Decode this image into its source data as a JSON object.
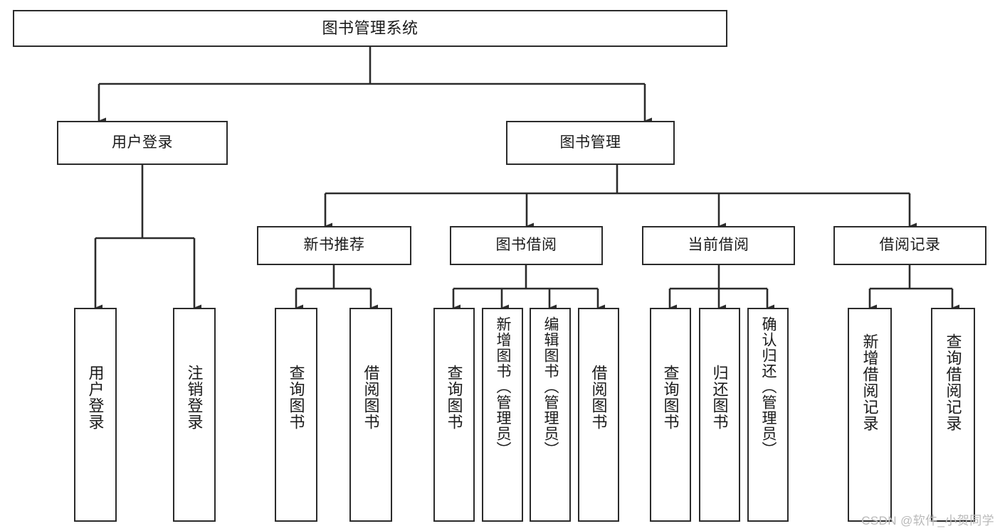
{
  "diagram": {
    "title": "图书管理系统",
    "type": "hierarchy-tree",
    "colors": {
      "background": "#ffffff",
      "stroke": "#2b2b2b",
      "text": "#1a1a1a",
      "watermark": "#b9b9b9"
    },
    "root": {
      "label": "图书管理系统",
      "orientation": "horizontal"
    },
    "level2": [
      {
        "label": "用户登录",
        "orientation": "horizontal"
      },
      {
        "label": "图书管理",
        "orientation": "horizontal"
      }
    ],
    "level3": [
      {
        "label": "新书推荐",
        "orientation": "horizontal"
      },
      {
        "label": "图书借阅",
        "orientation": "horizontal"
      },
      {
        "label": "当前借阅",
        "orientation": "horizontal"
      },
      {
        "label": "借阅记录",
        "orientation": "horizontal"
      }
    ],
    "leaves": [
      {
        "label": "用户登录",
        "orientation": "vertical",
        "parent": "用户登录"
      },
      {
        "label": "注销登录",
        "orientation": "vertical",
        "parent": "用户登录"
      },
      {
        "label": "查询图书",
        "orientation": "vertical",
        "parent": "新书推荐"
      },
      {
        "label": "借阅图书",
        "orientation": "vertical",
        "parent": "新书推荐"
      },
      {
        "label": "查询图书",
        "orientation": "vertical",
        "parent": "图书借阅"
      },
      {
        "label": "新增图书（管理员）",
        "orientation": "vertical",
        "parent": "图书借阅"
      },
      {
        "label": "编辑图书（管理员）",
        "orientation": "vertical",
        "parent": "图书借阅"
      },
      {
        "label": "借阅图书",
        "orientation": "vertical",
        "parent": "图书借阅"
      },
      {
        "label": "查询图书",
        "orientation": "vertical",
        "parent": "当前借阅"
      },
      {
        "label": "归还图书",
        "orientation": "vertical",
        "parent": "当前借阅"
      },
      {
        "label": "确认归还（管理员）",
        "orientation": "vertical",
        "parent": "当前借阅"
      },
      {
        "label": "新增借阅记录",
        "orientation": "vertical",
        "parent": "借阅记录"
      },
      {
        "label": "查询借阅记录",
        "orientation": "vertical",
        "parent": "借阅记录"
      }
    ]
  },
  "watermark": {
    "text": "CSDN @软件_小贺同学"
  }
}
